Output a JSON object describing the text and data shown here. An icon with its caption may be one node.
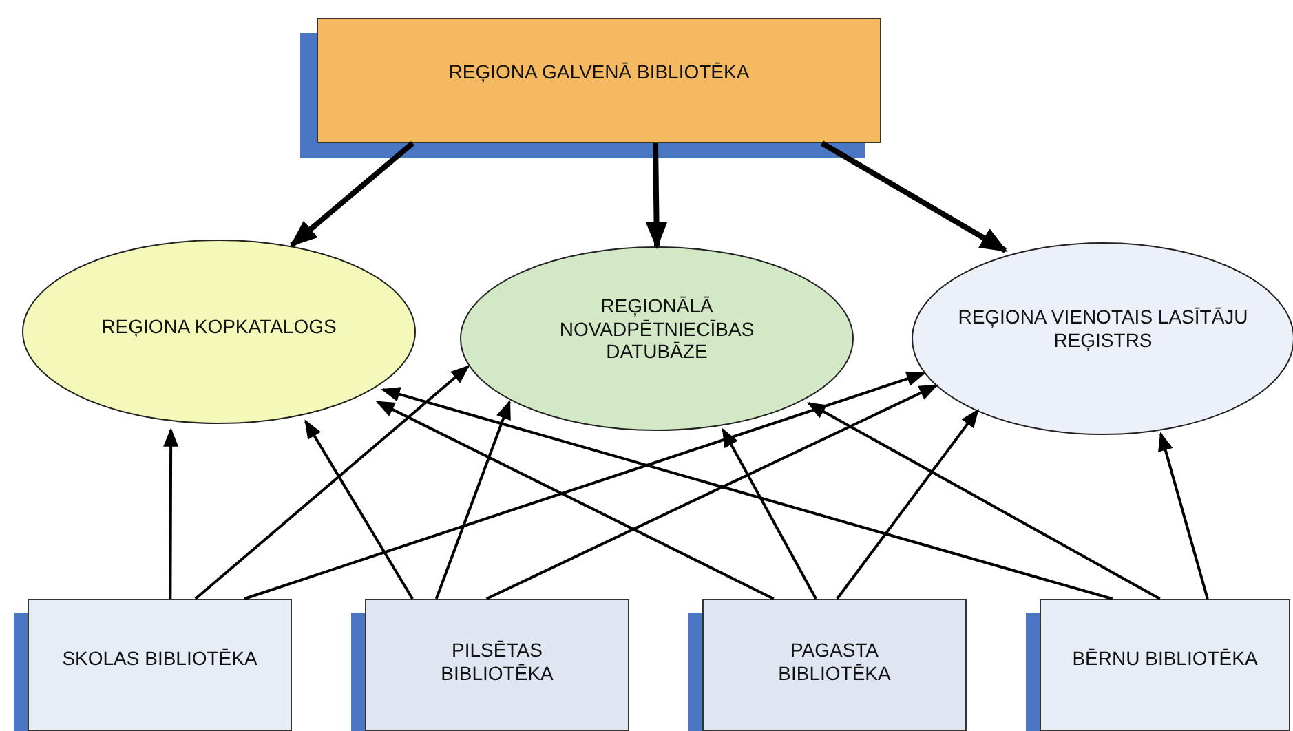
{
  "diagram": {
    "nodes": [
      {
        "text": [
          "REĢIONA GALVENĀ BIBLIOTĒKA"
        ]
      },
      {
        "text": [
          "REĢIONA KOPKATALOGS"
        ]
      },
      {
        "text": [
          "REĢIONĀLĀ NOVADPĒTNIECĪBAS DATUBĀZE"
        ]
      },
      {
        "text": [
          "REĢIONA VIENOTAIS LASĪTĀJU REĢISTRS"
        ]
      },
      {
        "text": [
          "SKOLAS BIBLIOTĒKA"
        ]
      },
      {
        "text": [
          "PILSĒTAS BIBLIOTĒKA"
        ]
      },
      {
        "text": [
          "PAGASTA BIBLIOTĒKA"
        ]
      },
      {
        "text": [
          "BĒRNU BIBLIOTĒKA"
        ]
      }
    ],
    "edges": [
      {
        "from": 0,
        "to": 1,
        "arrow": "to",
        "style": "thick"
      },
      {
        "from": 0,
        "to": 2,
        "arrow": "to",
        "style": "thick"
      },
      {
        "from": 0,
        "to": 3,
        "arrow": "to",
        "style": "thick"
      },
      {
        "from": 4,
        "to": 1,
        "arrow": "to"
      },
      {
        "from": 4,
        "to": 2,
        "arrow": "to"
      },
      {
        "from": 4,
        "to": 3,
        "arrow": "to"
      },
      {
        "from": 5,
        "to": 1,
        "arrow": "to"
      },
      {
        "from": 5,
        "to": 2,
        "arrow": "to"
      },
      {
        "from": 5,
        "to": 3,
        "arrow": "to"
      },
      {
        "from": 6,
        "to": 1,
        "arrow": "to"
      },
      {
        "from": 6,
        "to": 2,
        "arrow": "to"
      },
      {
        "from": 6,
        "to": 3,
        "arrow": "to"
      },
      {
        "from": 7,
        "to": 1,
        "arrow": "to"
      },
      {
        "from": 7,
        "to": 2,
        "arrow": "to"
      },
      {
        "from": 7,
        "to": 3,
        "arrow": "to"
      }
    ]
  }
}
